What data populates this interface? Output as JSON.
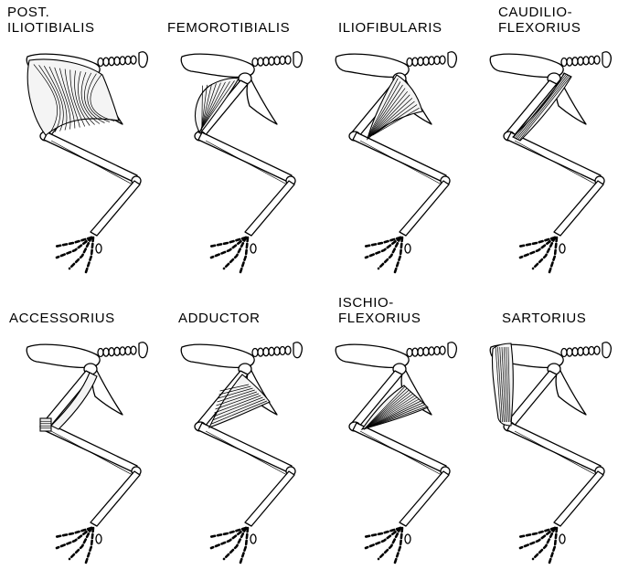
{
  "panels": [
    {
      "lines": [
        "POST.",
        "ILIOTIBIALIS"
      ],
      "muscle": "post-iliotibialis"
    },
    {
      "lines": [
        "FEMOROTIBIALIS"
      ],
      "muscle": "femorotibialis"
    },
    {
      "lines": [
        "ILIOFIBULARIS"
      ],
      "muscle": "iliofibularis"
    },
    {
      "lines": [
        "CAUDILIO-",
        "FLEXORIUS"
      ],
      "muscle": "caudilioflexorius"
    },
    {
      "lines": [
        "ACCESSORIUS"
      ],
      "muscle": "accessorius"
    },
    {
      "lines": [
        "ADDUCTOR"
      ],
      "muscle": "adductor"
    },
    {
      "lines": [
        "ISCHIO-",
        "FLEXORIUS"
      ],
      "muscle": "ischioflexorius"
    },
    {
      "lines": [
        "SARTORIUS"
      ],
      "muscle": "sartorius"
    }
  ]
}
